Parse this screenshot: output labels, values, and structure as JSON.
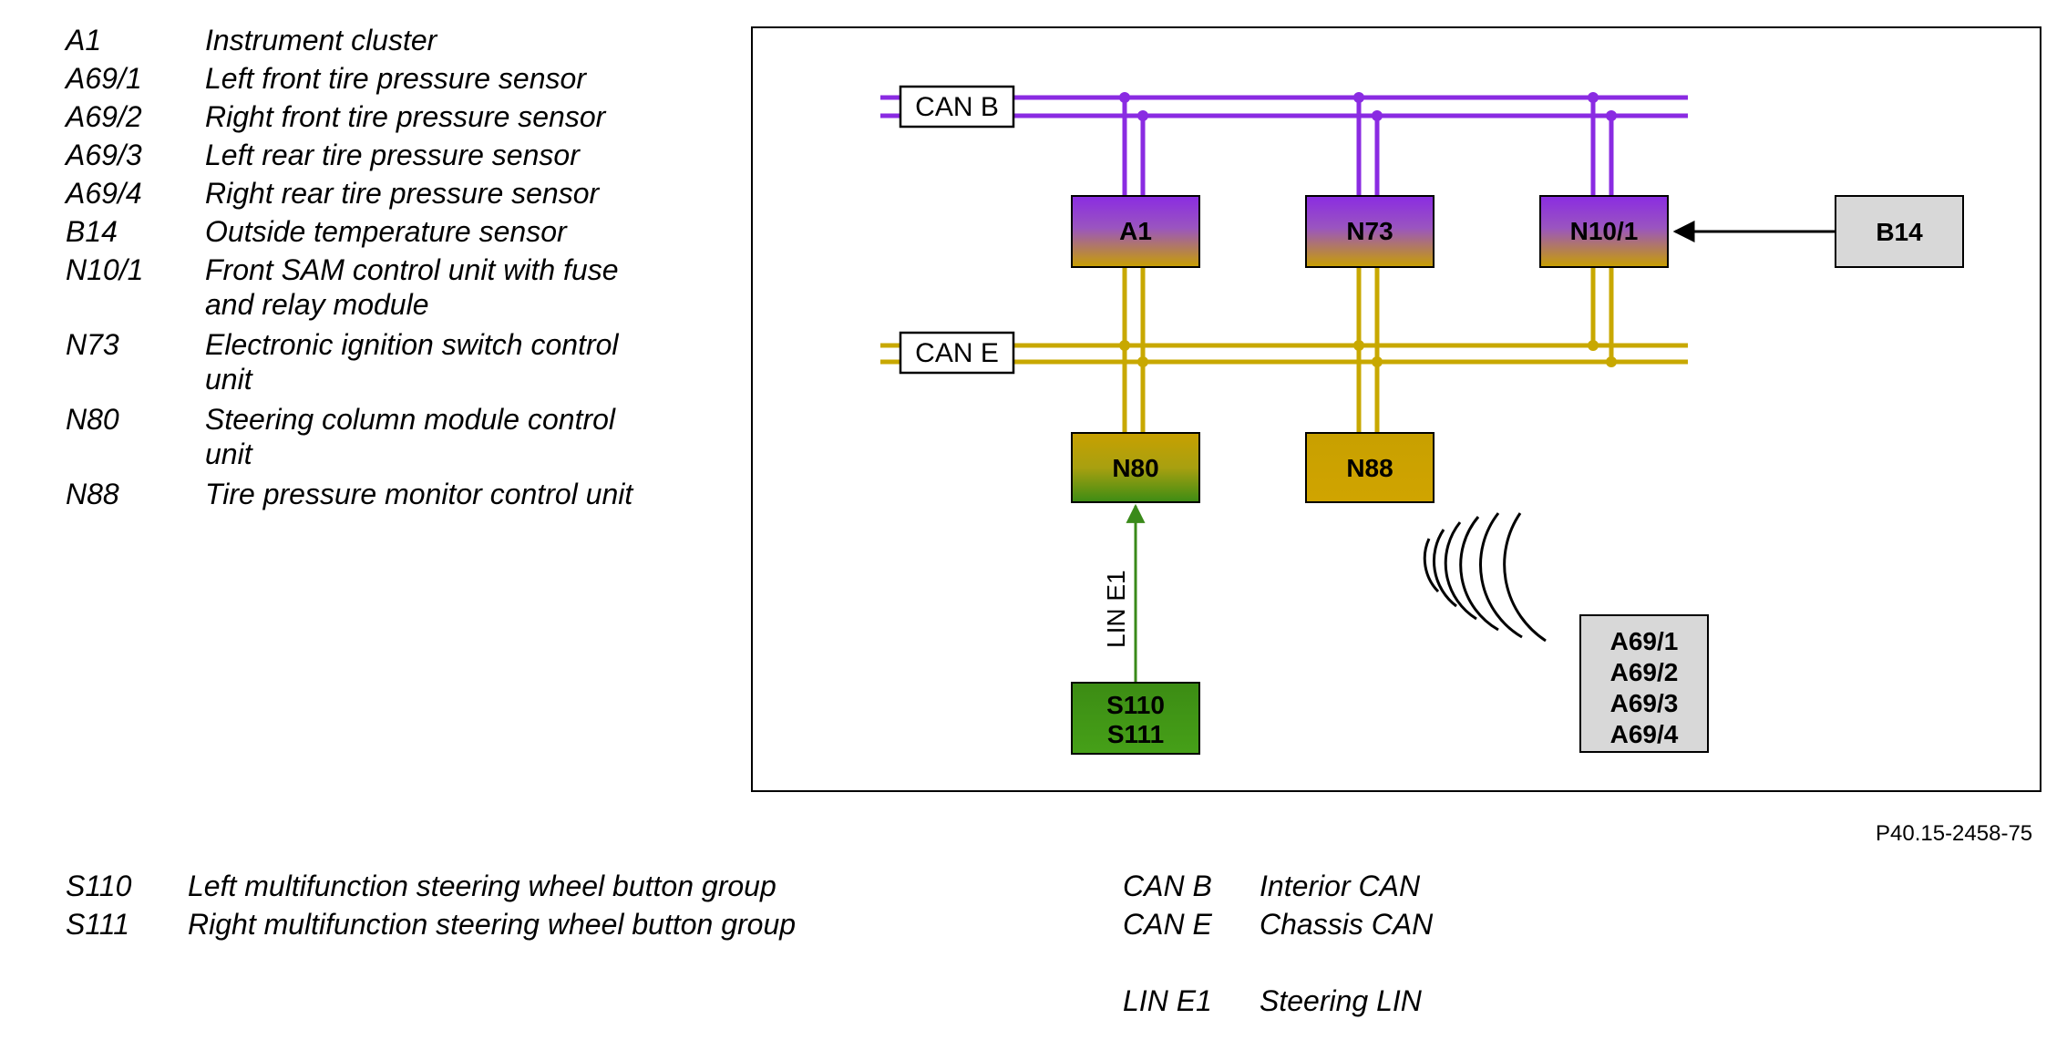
{
  "legend_top": [
    {
      "code": "A1",
      "desc": "Instrument cluster"
    },
    {
      "code": "A69/1",
      "desc": "Left front tire pressure sensor"
    },
    {
      "code": "A69/2",
      "desc": "Right front tire pressure sensor"
    },
    {
      "code": "A69/3",
      "desc": "Left rear tire pressure sensor"
    },
    {
      "code": "A69/4",
      "desc": "Right rear tire pressure sensor"
    },
    {
      "code": "B14",
      "desc": "Outside temperature sensor"
    },
    {
      "code": "N10/1",
      "desc": "Front SAM control unit with fuse",
      "desc2": "and relay module"
    },
    {
      "code": "N73",
      "desc": "Electronic ignition switch control",
      "desc2": "unit"
    },
    {
      "code": "N80",
      "desc": "Steering column module control",
      "desc2": "unit"
    },
    {
      "code": "N88",
      "desc": "Tire pressure monitor control unit"
    }
  ],
  "legend_bottom_left": [
    {
      "code": "S110",
      "desc": "Left multifunction steering wheel button group"
    },
    {
      "code": "S111",
      "desc": "Right multifunction steering wheel button group"
    }
  ],
  "legend_bottom_right": [
    {
      "code": "CAN B",
      "desc": "Interior CAN"
    },
    {
      "code": "CAN E",
      "desc": "Chassis CAN"
    },
    {
      "code": "LIN E1",
      "desc": "Steering LIN"
    }
  ],
  "figure_id": "P40.15-2458-75",
  "diagram": {
    "bus_labels": {
      "can_b": "CAN B",
      "can_e": "CAN E",
      "lin_e1": "LIN E1"
    },
    "modules": {
      "a1": "A1",
      "n73": "N73",
      "n10_1": "N10/1",
      "b14": "B14",
      "n80": "N80",
      "n88": "N88",
      "s110": "S110",
      "s111": "S111",
      "a69_1": "A69/1",
      "a69_2": "A69/2",
      "a69_3": "A69/3",
      "a69_4": "A69/4"
    },
    "colors": {
      "can_b": "#8a2be2",
      "can_e": "#c8a800",
      "lin": "#3a8a1a",
      "module_purple": "#8a2be2",
      "module_gold": "#c8a000",
      "module_green": "#3c8c14",
      "sensor_gray": "#d8d8d8"
    }
  }
}
